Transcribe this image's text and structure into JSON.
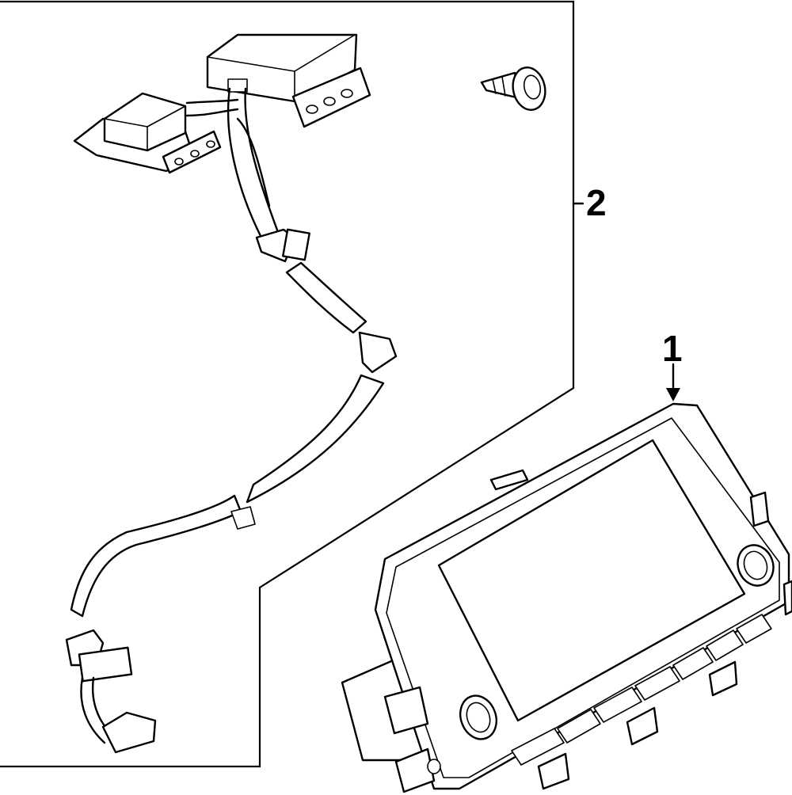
{
  "callouts": [
    {
      "label": "1",
      "part": "display-unit"
    },
    {
      "label": "2",
      "part": "wiring-harness"
    }
  ]
}
